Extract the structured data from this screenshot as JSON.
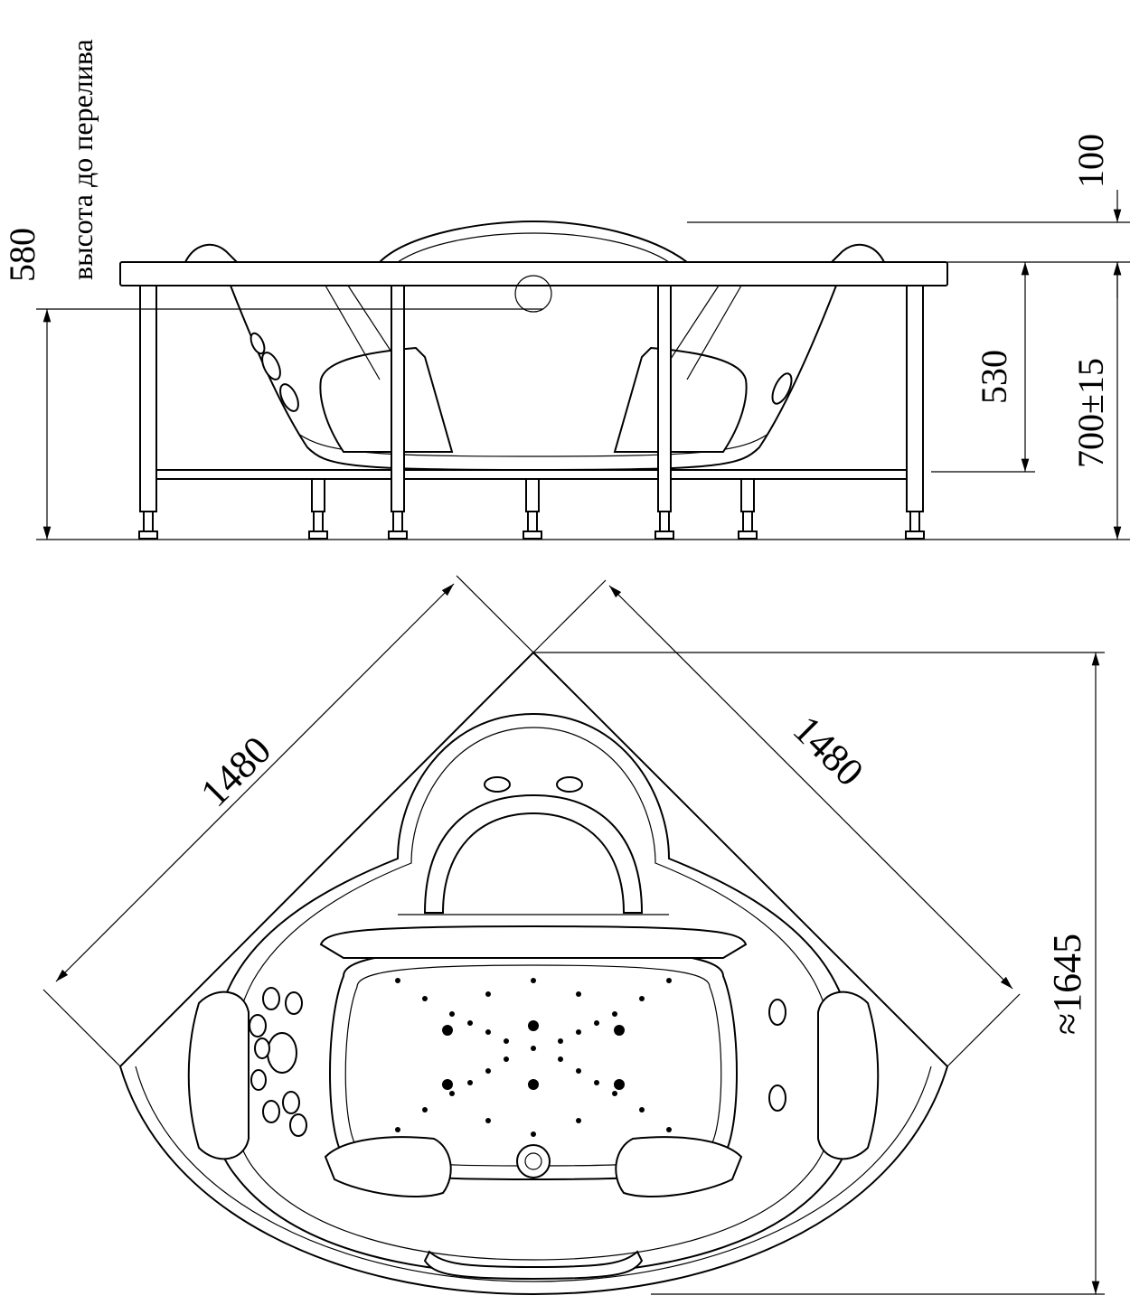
{
  "side_view": {
    "overflow_label": "высота до перелива",
    "dim_580": "580",
    "dim_100": "100",
    "dim_530": "530",
    "dim_700": "700±15"
  },
  "top_view": {
    "dim_left": "1480",
    "dim_right": "1480",
    "dim_height": "≈1645"
  }
}
